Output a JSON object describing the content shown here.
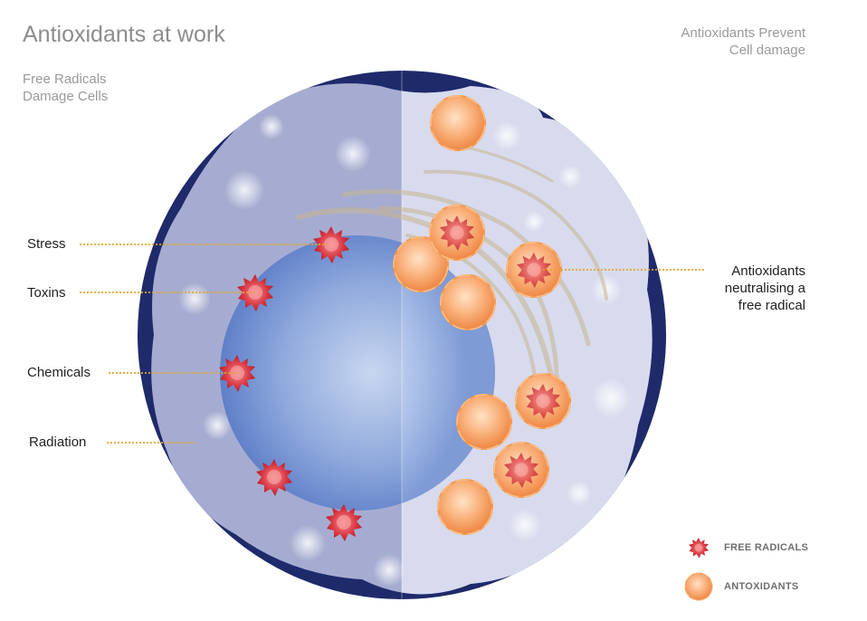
{
  "title": "Antioxidants at work",
  "left_caption": [
    "Free Radicals",
    "Damage Cells"
  ],
  "right_caption": [
    "Antioxidants Prevent",
    "Cell damage"
  ],
  "callouts": {
    "stress": "Stress",
    "toxins": "Toxins",
    "chemicals": "Chemicals",
    "radiation": "Radiation",
    "antioxidants": [
      "Antioxidants",
      "neutralising a",
      "free radical"
    ]
  },
  "legend": {
    "free_radicals": "FREE RADICALS",
    "antioxidants": "ANTOXIDANTS"
  },
  "colors": {
    "cell_rim": "#1f2a6b",
    "cytoplasm_damaged": "#a9aed0",
    "cytoplasm_protected": "#d9dcee",
    "nucleus": "#6d8fd0",
    "free_radical": "#d8323f",
    "antioxidant": "#f7a05a",
    "leader_line": "#e3a52a"
  }
}
